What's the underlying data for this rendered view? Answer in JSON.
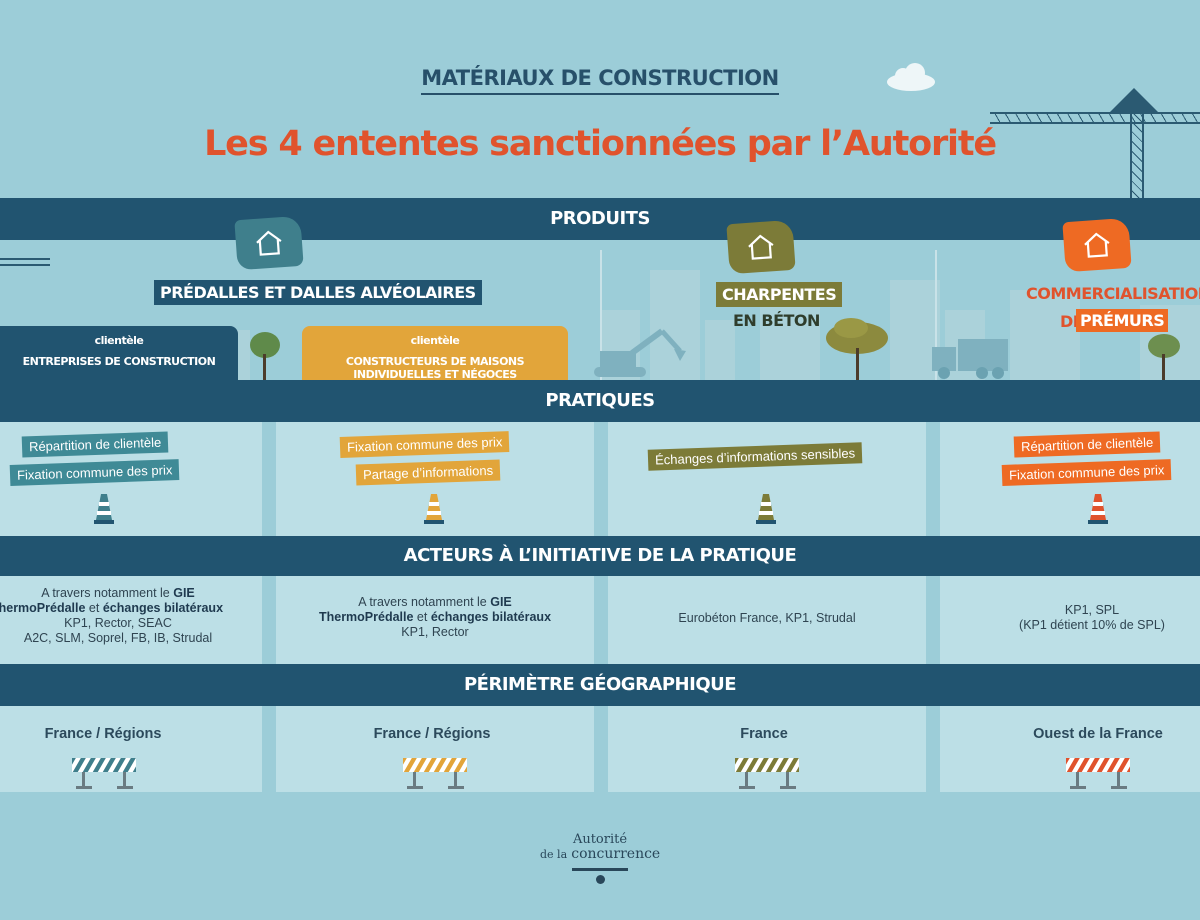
{
  "header": {
    "supertitle": "MATÉRIAUX DE CONSTRUCTION",
    "title": "Les 4 ententes sanctionnées par l’Autorité"
  },
  "sections": {
    "produits": "PRODUITS",
    "pratiques": "PRATIQUES",
    "acteurs": "ACTEURS À L’INITIATIVE DE LA PRATIQUE",
    "perimetre": "PÉRIMÈTRE GÉOGRAPHIQUE"
  },
  "colors": {
    "band": "#215470",
    "teal": "#3f7f8c",
    "yellow": "#e2a53a",
    "olive": "#7c7b38",
    "orange": "#ee6a23",
    "title_red": "#e0532d"
  },
  "products": {
    "predalles": "PRÉDALLES ET DALLES ALVÉOLAIRES",
    "charpentes_1": "CHARPENTES",
    "charpentes_2": "EN BÉTON",
    "premurs_1": "COMMERCIALISATION",
    "premurs_2": "DE",
    "premurs_3": "PRÉMURS",
    "client_a_1": "clientèle",
    "client_a_2": "ENTREPRISES DE CONSTRUCTION",
    "client_b_1": "clientèle",
    "client_b_2": "CONSTRUCTEURS DE MAISONS INDIVIDUELLES ET NÉGOCES",
    "icon": "house-icon"
  },
  "practices": {
    "col1": [
      "Répartition de clientèle",
      "Fixation commune des prix"
    ],
    "col2": [
      "Fixation commune des prix",
      "Partage d’informations"
    ],
    "col3": [
      "Échanges d’informations sensibles"
    ],
    "col4": [
      "Répartition de clientèle",
      "Fixation commune des prix"
    ],
    "icon": "traffic-cone-icon"
  },
  "actors": {
    "col1_pre": "A travers notamment le ",
    "col1_gie": "GIE",
    "col1_bold": "ThermoPrédalle",
    "col1_mid": " et ",
    "col1_bold2": "échanges bilatéraux",
    "col1_l3": "KP1, Rector, SEAC",
    "col1_l4": "A2C,  SLM, Soprel, FB, IB, Strudal",
    "col2_pre": "A travers notamment le ",
    "col2_gie": "GIE",
    "col2_bold": "ThermoPrédalle",
    "col2_mid": " et ",
    "col2_bold2": "échanges bilatéraux",
    "col2_l3": "KP1, Rector",
    "col3": "Eurobéton France, KP1, Strudal",
    "col4_l1": "KP1, SPL",
    "col4_l2": "(KP1 détient 10% de SPL)"
  },
  "geography": {
    "col1": "France / Régions",
    "col2": "France / Régions",
    "col3": "France",
    "col4": "Ouest de la France",
    "icon": "road-barrier-icon"
  },
  "logo": {
    "line1": "Autorité",
    "line2a": "de la",
    "line2b": "concurrence"
  }
}
